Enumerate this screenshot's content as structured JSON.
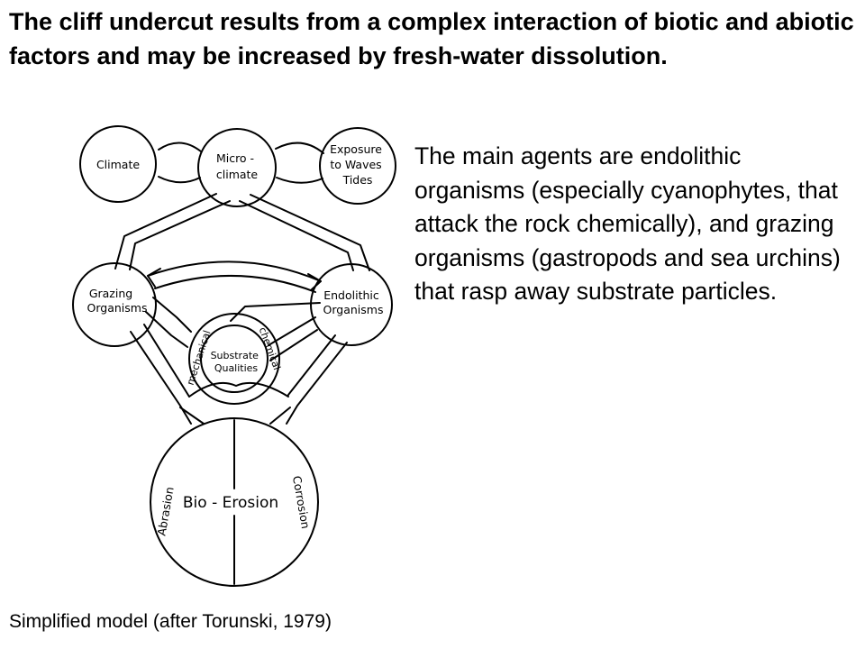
{
  "slide": {
    "title": "The cliff undercut results from a complex interaction of biotic and abiotic factors and may be increased by fresh-water dissolution.",
    "body": "The main agents are endolithic organisms (especially cyanophytes, that attack the rock chemically), and grazing organisms (gastropods and sea urchins) that rasp away substrate particles.",
    "caption": "Simplified model (after Torunski, 1979)"
  },
  "diagram": {
    "nodes": {
      "climate": "Climate",
      "microclimate": [
        "Micro -",
        "climate"
      ],
      "exposure": [
        "Exposure",
        "to Waves",
        "Tides"
      ],
      "grazing": [
        "Grazing",
        "Organisms"
      ],
      "endolithic": [
        "Endolithic",
        "Organisms"
      ],
      "substrate": [
        "Substrate",
        "Qualities"
      ],
      "bioerosion": "Bio - Erosion"
    },
    "edge_labels": {
      "mechanical": "mechanical",
      "chemical": "chemical",
      "abrasion": "Abrasion",
      "corrosion": "Corrosion"
    }
  }
}
